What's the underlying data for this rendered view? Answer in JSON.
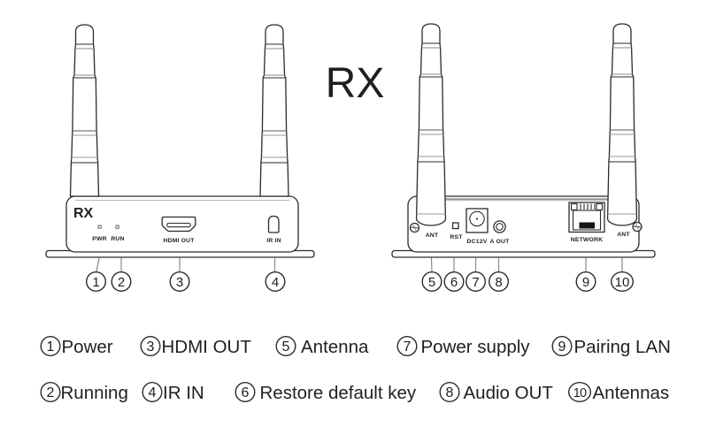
{
  "title": "RX",
  "colors": {
    "line": "#2b2b2b",
    "background": "#ffffff",
    "callout_line": "#8a8a8a"
  },
  "front": {
    "panel_label": "RX",
    "led_pwr": "PWR",
    "led_run": "RUN",
    "hdmi": "HDMI OUT",
    "ir": "IR IN",
    "callout_numbers": [
      "1",
      "2",
      "3",
      "4"
    ]
  },
  "back": {
    "ant_left": "ANT",
    "rst": "RST",
    "dc": "DC12V",
    "aout": "A OUT",
    "network": "NETWORK",
    "ant_right": "ANT",
    "callout_numbers": [
      "5",
      "6",
      "7",
      "8",
      "9",
      "10"
    ]
  },
  "legend": {
    "row1": [
      {
        "num": "1",
        "label": "Power"
      },
      {
        "num": "3",
        "label": "HDMI OUT"
      },
      {
        "num": "5",
        "label": "Antenna"
      },
      {
        "num": "7",
        "label": "Power supply"
      },
      {
        "num": "9",
        "label": "Pairing LAN"
      }
    ],
    "row2": [
      {
        "num": "2",
        "label": "Running"
      },
      {
        "num": "4",
        "label": "IR IN"
      },
      {
        "num": "6",
        "label": "Restore default key"
      },
      {
        "num": "8",
        "label": "Audio OUT"
      },
      {
        "num": "10",
        "label": "Antennas"
      }
    ]
  }
}
